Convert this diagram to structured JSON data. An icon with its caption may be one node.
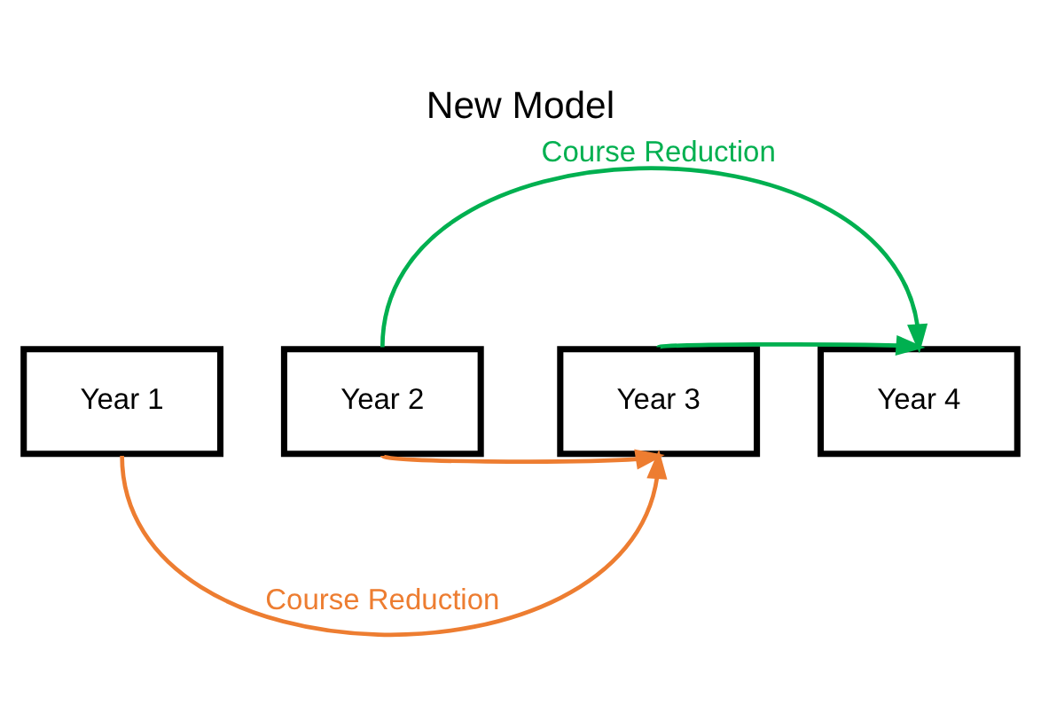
{
  "diagram": {
    "title": "New Model",
    "nodes": [
      {
        "text": [
          "Year 1"
        ]
      },
      {
        "text": [
          "Year 2"
        ]
      },
      {
        "text": [
          "Year 3"
        ]
      },
      {
        "text": [
          "Year 4"
        ]
      }
    ],
    "edges": [
      {
        "from": 1,
        "to": 3,
        "arrow": "to",
        "label": "Course Reduction",
        "color": "#00b050"
      },
      {
        "from": 2,
        "to": 3,
        "arrow": "to",
        "color": "#00b050"
      },
      {
        "from": 0,
        "to": 2,
        "arrow": "to",
        "label": "Course Reduction",
        "color": "#ed7d31"
      },
      {
        "from": 1,
        "to": 2,
        "arrow": "to",
        "color": "#ed7d31"
      }
    ]
  }
}
